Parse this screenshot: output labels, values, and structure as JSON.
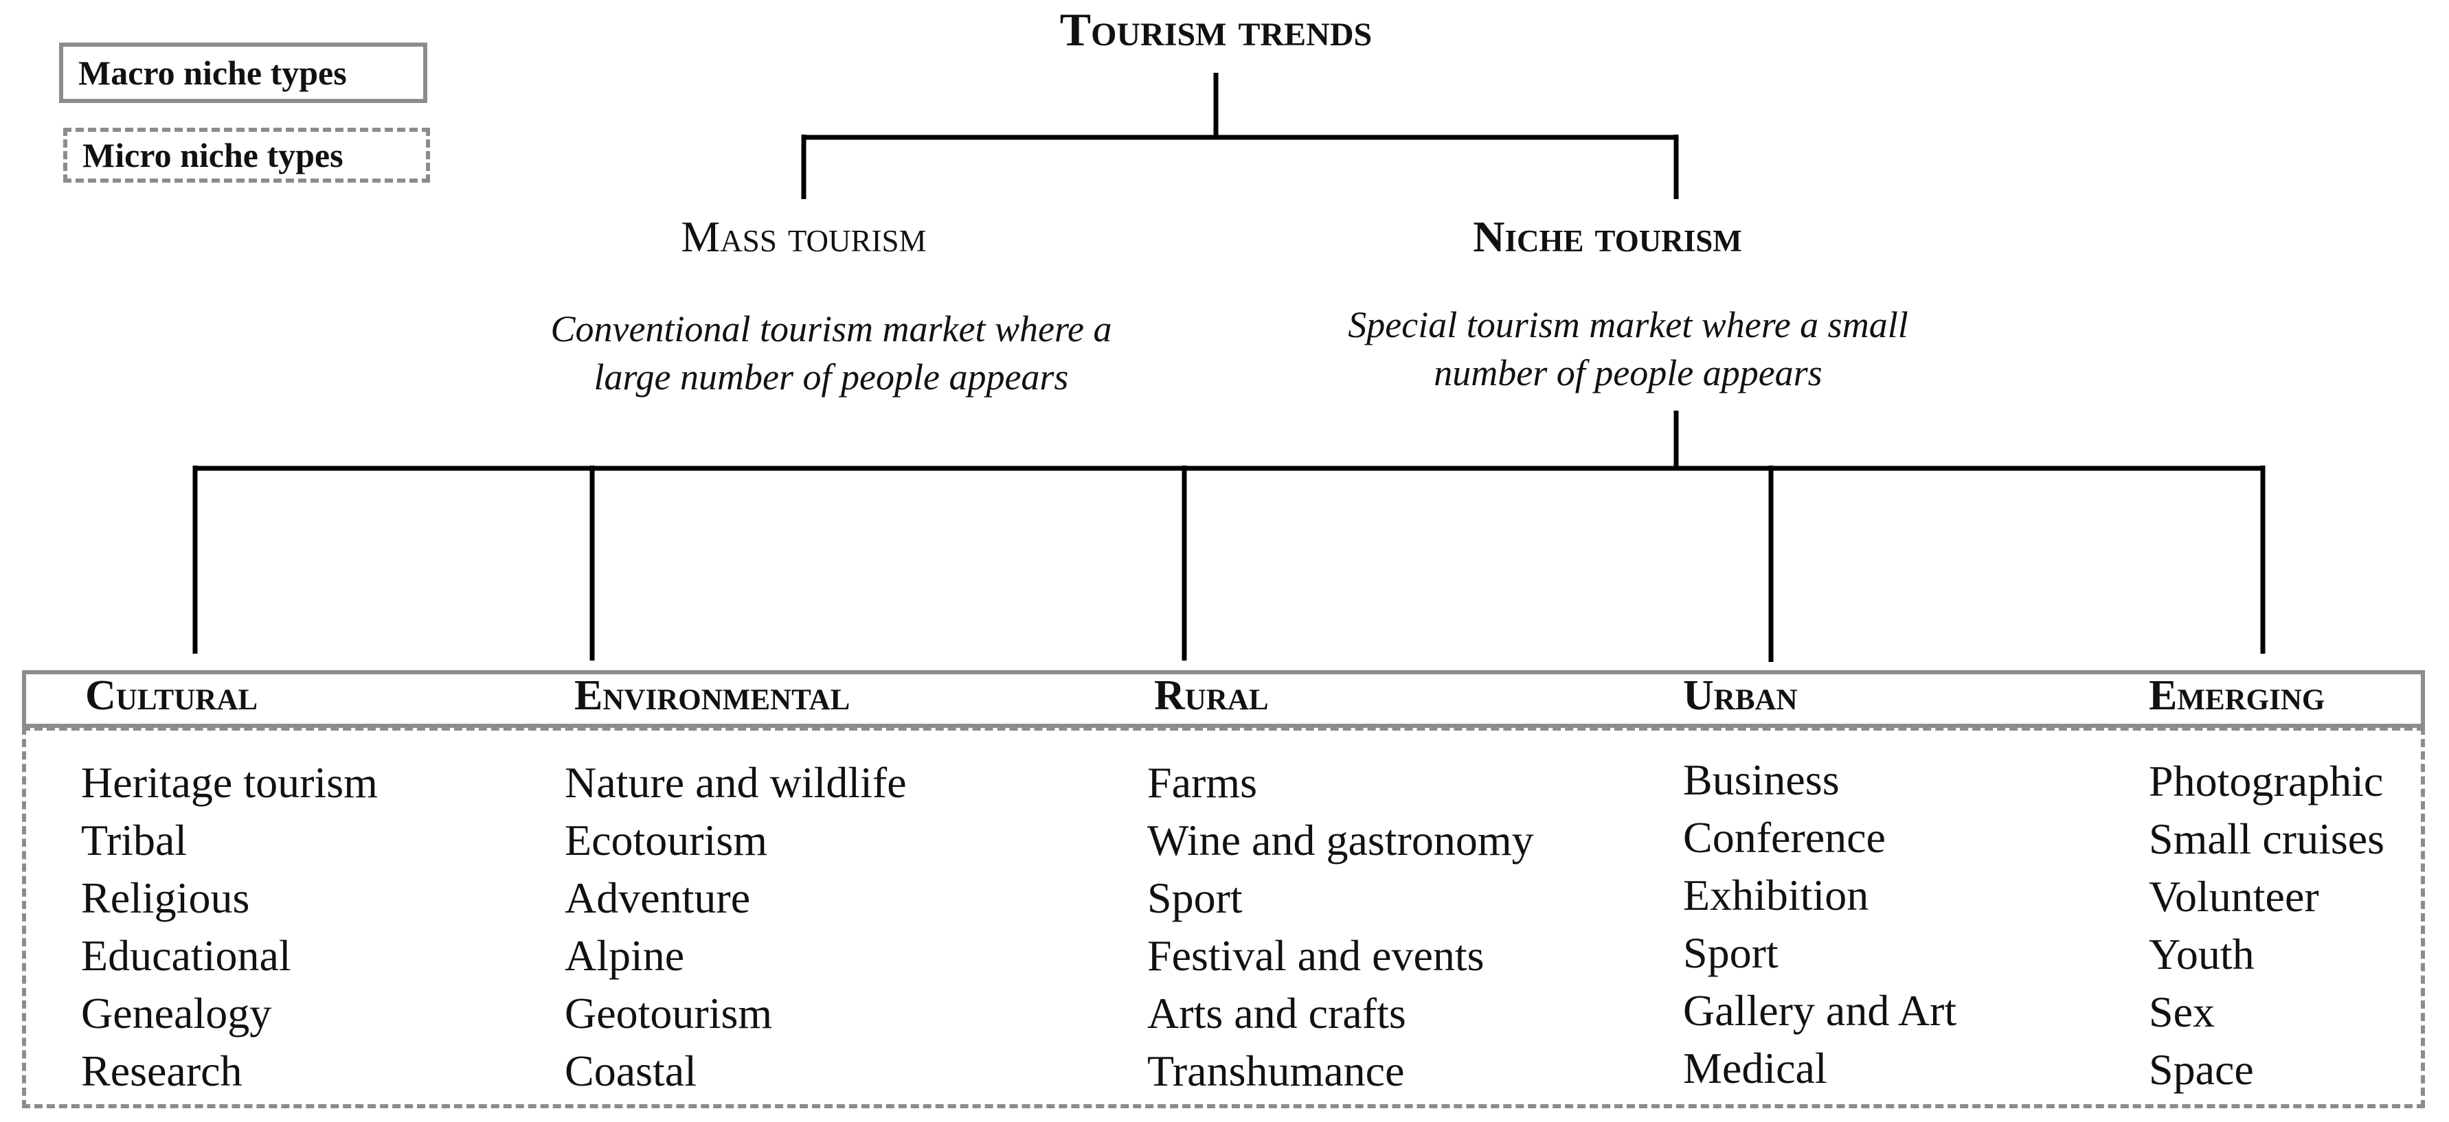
{
  "legend": {
    "macro_label": "Macro niche types",
    "micro_label": "Micro niche types"
  },
  "title": "Tourism trends",
  "branches": {
    "mass": {
      "title": "Mass tourism",
      "description": "Conventional tourism market where a large number of people appears"
    },
    "niche": {
      "title": "Niche tourism",
      "description": "Special tourism market where a small number of people appears"
    }
  },
  "categories": [
    {
      "name": "Cultural",
      "items": [
        "Heritage tourism",
        "Tribal",
        "Religious",
        "Educational",
        "Genealogy",
        "Research"
      ]
    },
    {
      "name": "Environmental",
      "items": [
        "Nature and wildlife",
        "Ecotourism",
        "Adventure",
        "Alpine",
        "Geotourism",
        "Coastal"
      ]
    },
    {
      "name": "Rural",
      "items": [
        "Farms",
        "Wine and gastronomy",
        "Sport",
        "Festival and events",
        "Arts and crafts",
        "Transhumance"
      ]
    },
    {
      "name": "Urban",
      "items": [
        "Business",
        "Conference",
        "Exhibition",
        "Sport",
        "Gallery and Art",
        "Medical"
      ]
    },
    {
      "name": "Emerging",
      "items": [
        "Photographic",
        "Small cruises",
        "Volunteer",
        "Youth",
        "Sex",
        "Space"
      ]
    }
  ],
  "colors": {
    "connector": "#000000",
    "frame": "#8c8c8c",
    "text": "#111111"
  }
}
